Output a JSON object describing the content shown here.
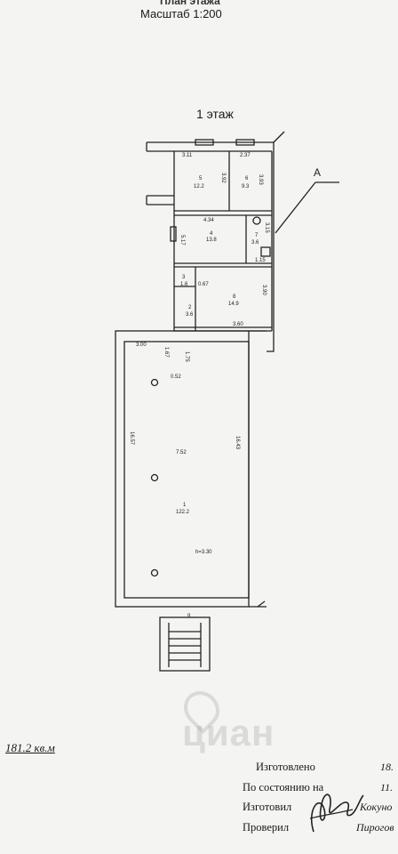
{
  "header": {
    "title_partial": "План этажа",
    "scale": "Масштаб 1:200"
  },
  "floor": {
    "title": "1 этаж",
    "axis_label": "A",
    "rooms": [
      {
        "number": "1",
        "area": "122.2",
        "height": "h=3.30"
      },
      {
        "number": "2",
        "area": "3.6"
      },
      {
        "number": "3",
        "area": "1.6"
      },
      {
        "number": "4",
        "area": "13.8"
      },
      {
        "number": "5",
        "area": "12.2"
      },
      {
        "number": "6",
        "area": "9.3"
      },
      {
        "number": "7",
        "area": "3.6"
      },
      {
        "number": "8",
        "area": "14.9"
      }
    ],
    "dims": {
      "d311": "3.11",
      "d237": "2.37",
      "d392": "3.92",
      "d393": "3.93",
      "d434": "4.34",
      "d315": "3.15",
      "d517": "5.17",
      "d115": "1.15",
      "d067": "0.67",
      "d390": "3.90",
      "d360": "3.60",
      "d300": "3.00",
      "d167": "1.67",
      "d175": "1.75",
      "d052": "0.52",
      "d1657": "16.57",
      "d752": "7.52",
      "d1643": "16.43",
      "d9": "9"
    }
  },
  "footer": {
    "total_area": "181.2 кв.м",
    "rows": [
      {
        "label": "Изготовлено",
        "value": "18."
      },
      {
        "label": "По состоянию на",
        "value": "11."
      },
      {
        "label": "Изготовил",
        "value": "Кокуно"
      },
      {
        "label": "Проверил",
        "value": "Пирогов"
      }
    ]
  },
  "watermark": {
    "text": "циан"
  }
}
